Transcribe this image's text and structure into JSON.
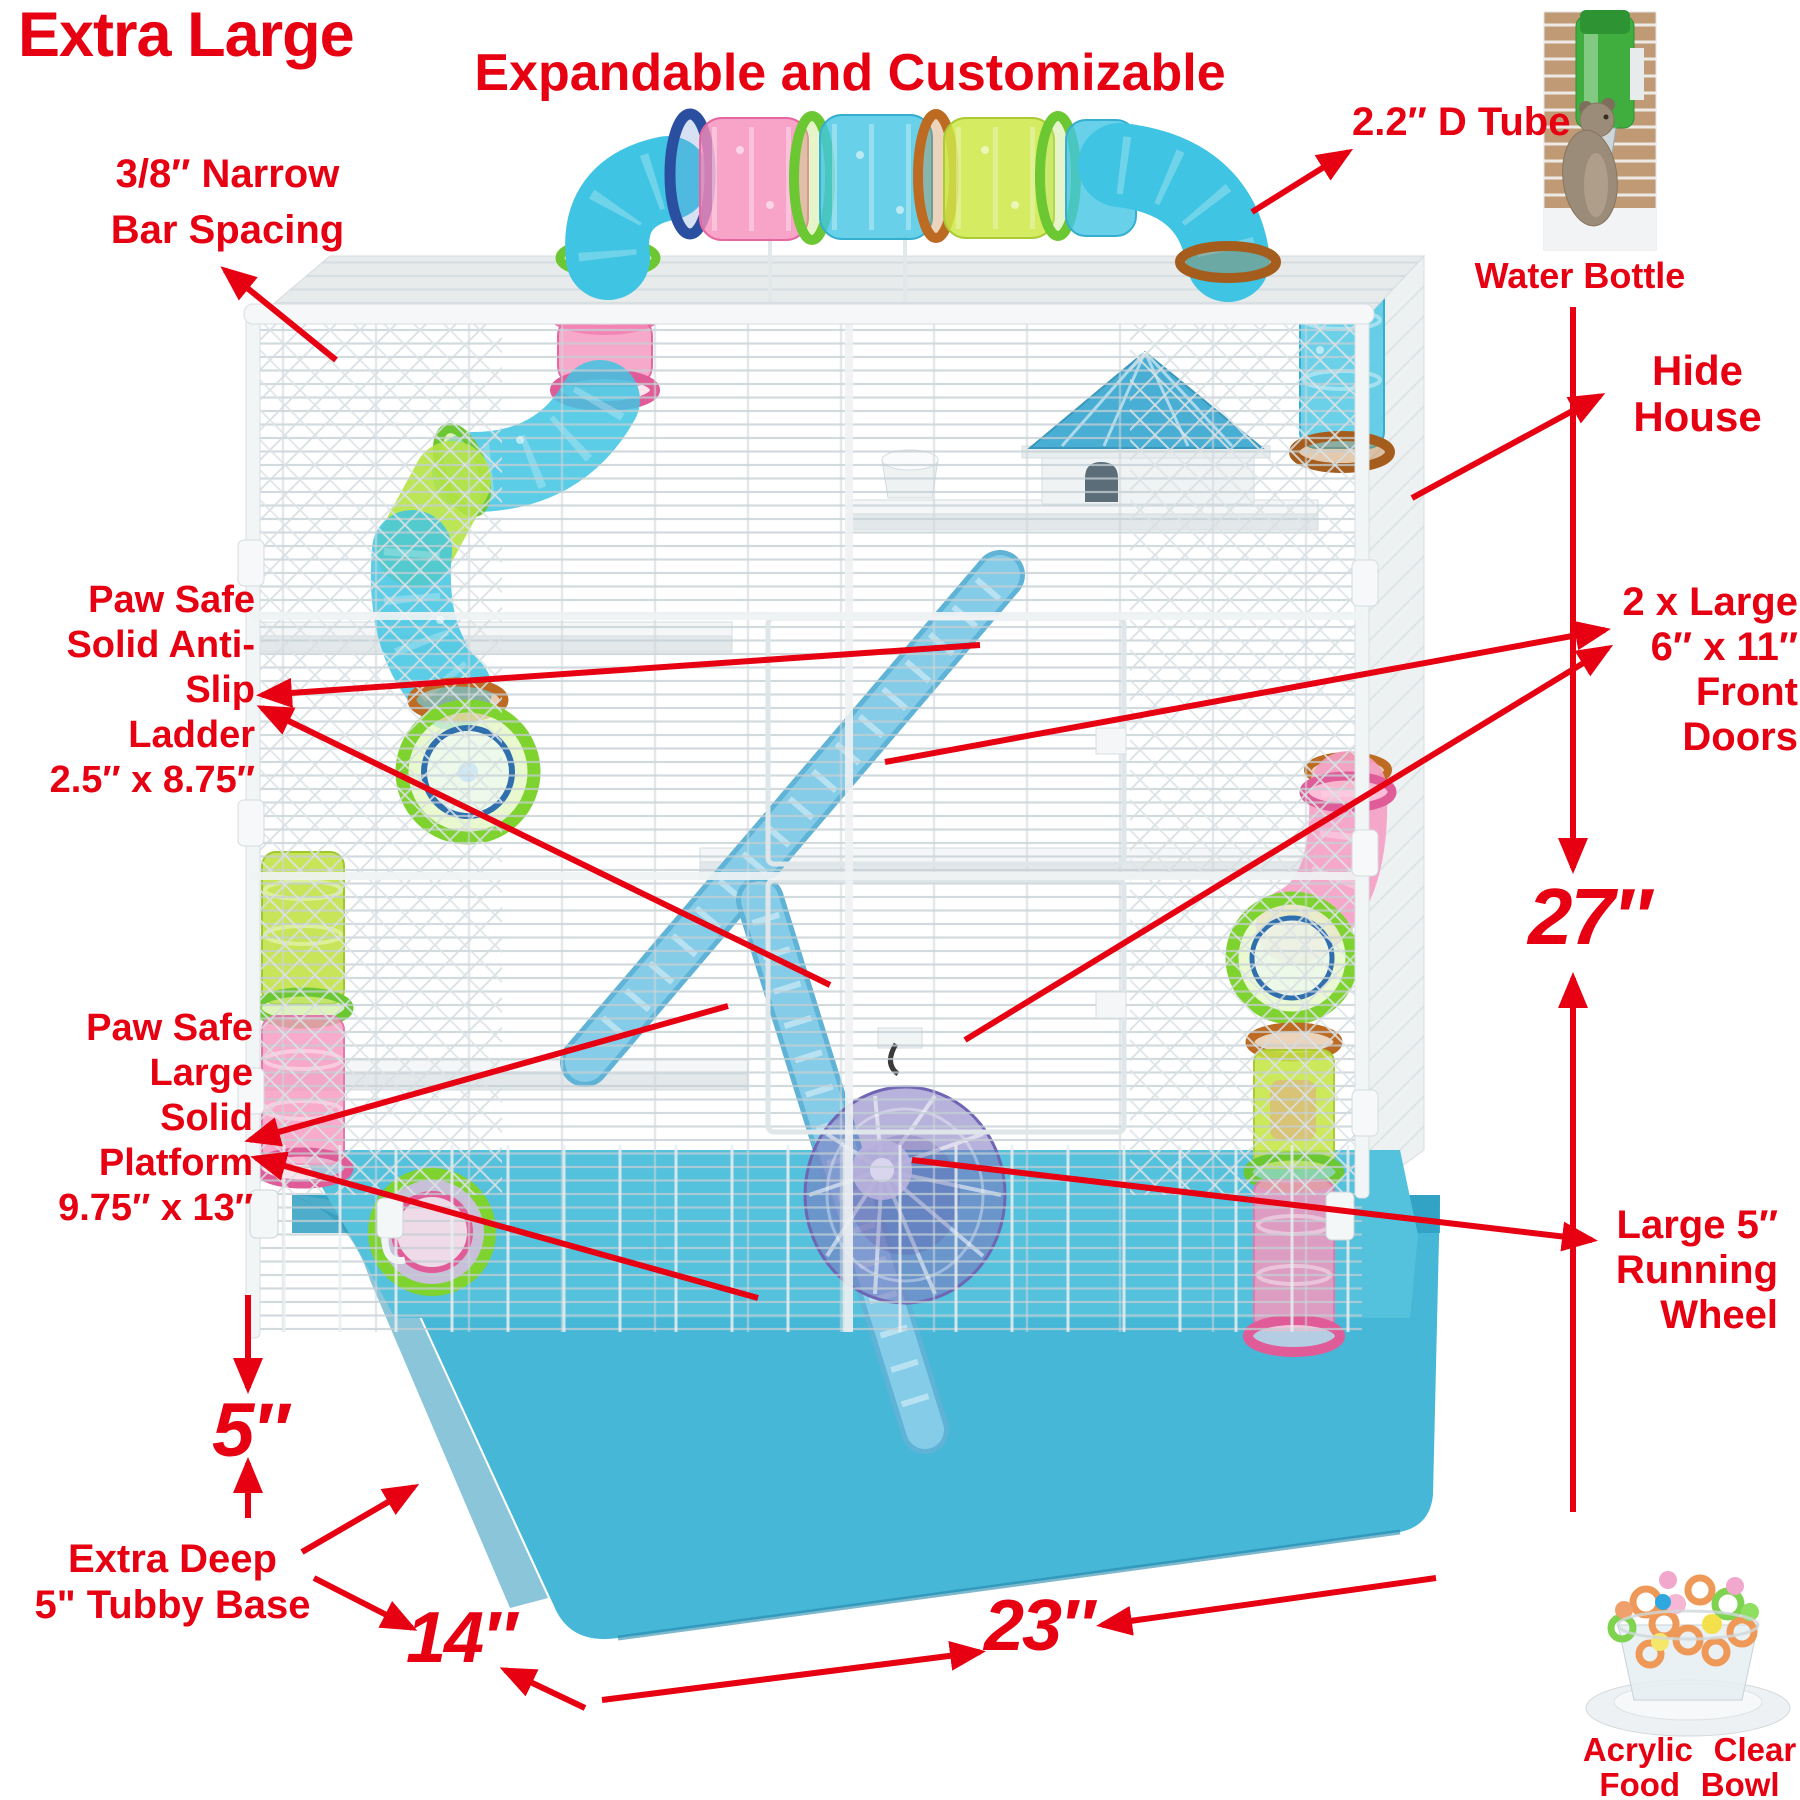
{
  "page": {
    "background": "#ffffff",
    "accent_red": "#e60012"
  },
  "header": {
    "title": "Extra Large",
    "subtitle": "Expandable and Customizable"
  },
  "callouts": {
    "tube_label": "2.2″ D Tube",
    "bar_spacing": {
      "lines": [
        "3/8″ Narrow",
        "Bar Spacing"
      ]
    },
    "ladder": {
      "lines": [
        "Paw Safe",
        "Solid Anti-Slip",
        "Ladder",
        "2.5″ x 8.75″"
      ]
    },
    "hide_house": {
      "lines": [
        "Hide",
        "House"
      ]
    },
    "front_doors": {
      "lines": [
        "2 x Large",
        "6″ x 11″",
        "Front Doors"
      ]
    },
    "platform": {
      "lines": [
        "Paw Safe",
        "Large",
        "Solid Platform",
        "9.75″ x 13″"
      ]
    },
    "running_wheel": {
      "lines": [
        "Large 5″",
        "Running",
        "Wheel"
      ]
    },
    "tubby_base": {
      "lines": [
        "Extra Deep",
        "5\" Tubby Base"
      ]
    }
  },
  "dimensions": {
    "cage_height": "27″",
    "base_height": "5″",
    "base_depth": "14″",
    "base_width": "23″"
  },
  "insets": {
    "water_bottle": {
      "label": "Water Bottle"
    },
    "food_bowl": {
      "lines": [
        "Acrylic  Clear",
        "Food Bowl"
      ]
    }
  },
  "product_colors": {
    "base_blue": "#47b7d8",
    "ladder_blue": "#7cc6e4",
    "wheel_purple": "#8f86c8",
    "house_roof_blue": "#49aed4",
    "tube_teal": "#3fc4e3",
    "tube_green": "#b5e344",
    "tube_pink": "#f59ec4",
    "ring_navy": "#2b4fa0",
    "ring_green": "#6cc832",
    "ring_orange": "#bd6a22",
    "wire_white": "#eef1f2"
  }
}
